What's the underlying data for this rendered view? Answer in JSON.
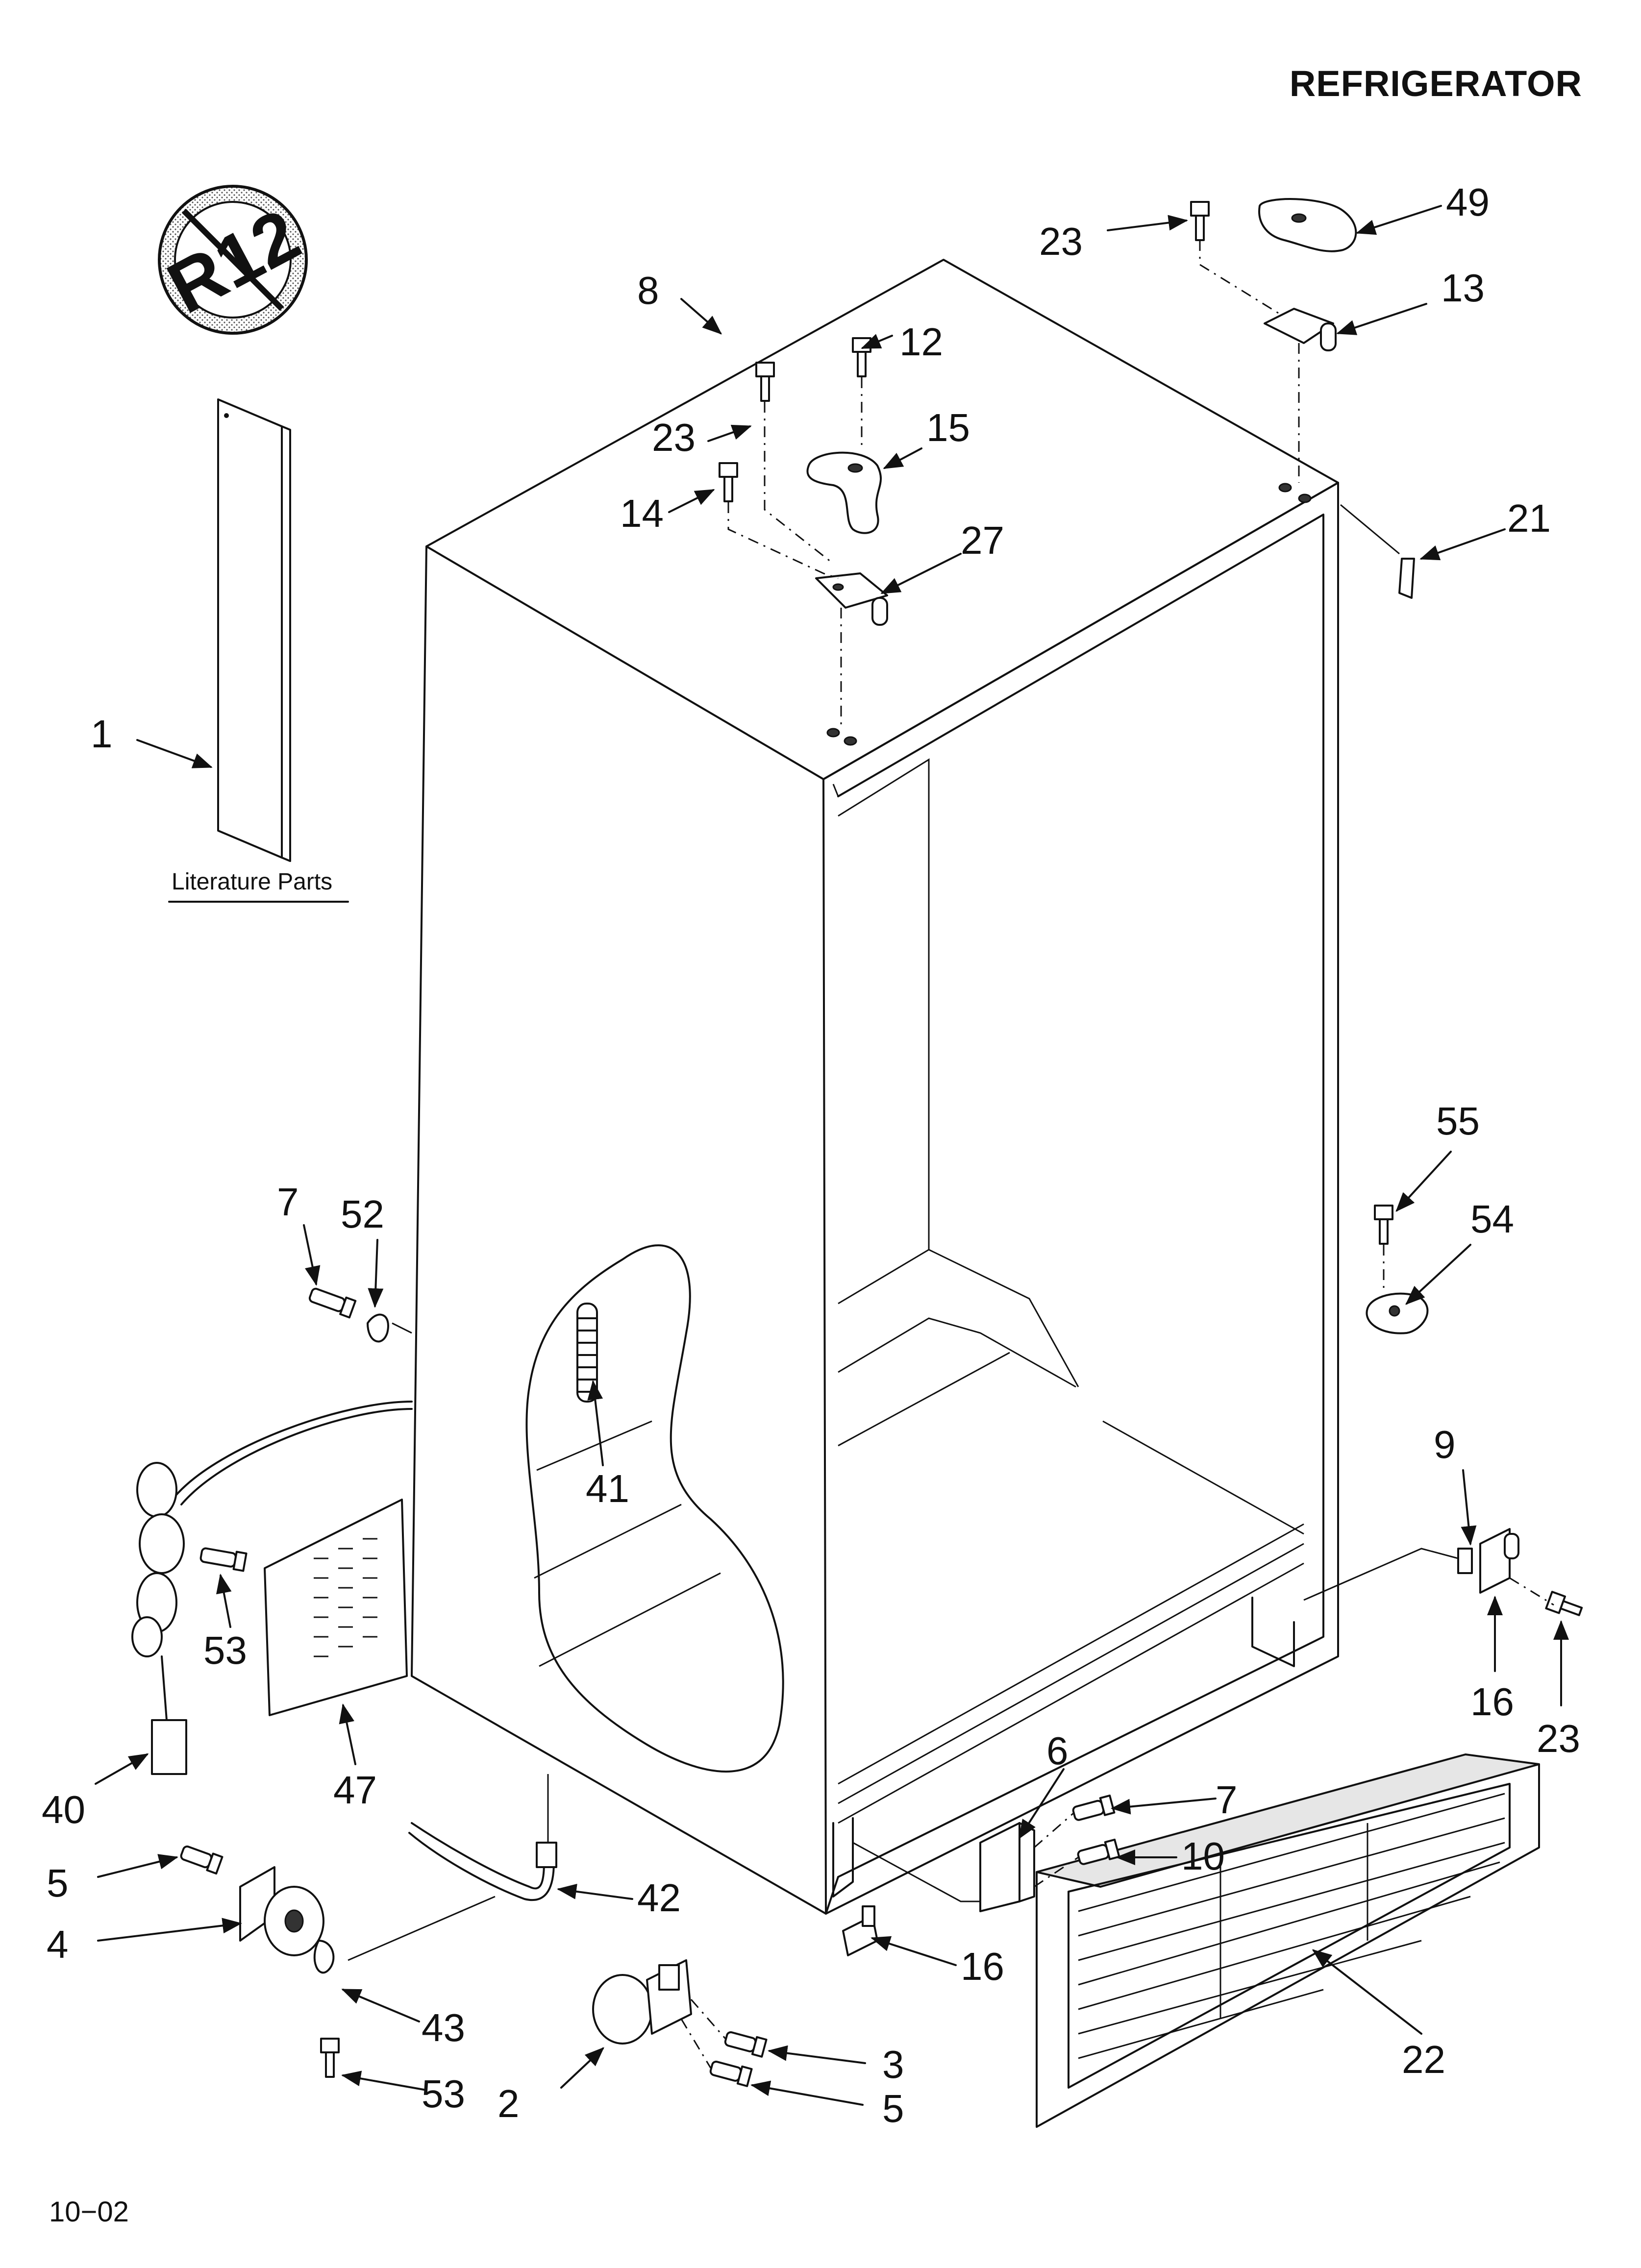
{
  "header": {
    "title": "REFRIGERATOR"
  },
  "footer": {
    "code": "10−02"
  },
  "badge": {
    "text": "R12",
    "icon": "no-r12-icon"
  },
  "literature": {
    "caption": "Literature Parts"
  },
  "callouts": {
    "c1": "1",
    "c2": "2",
    "c3": "3",
    "c4": "4",
    "c5a": "5",
    "c5b": "5",
    "c6": "6",
    "c7a": "7",
    "c7b": "7",
    "c8": "8",
    "c9": "9",
    "c10": "10",
    "c12": "12",
    "c13": "13",
    "c14": "14",
    "c15": "15",
    "c16a": "16",
    "c16b": "16",
    "c21": "21",
    "c22": "22",
    "c23a": "23",
    "c23b": "23",
    "c23c": "23",
    "c27": "27",
    "c40": "40",
    "c41": "41",
    "c42": "42",
    "c43": "43",
    "c47": "47",
    "c49": "49",
    "c52": "52",
    "c53a": "53",
    "c53b": "53",
    "c54": "54",
    "c55": "55"
  }
}
